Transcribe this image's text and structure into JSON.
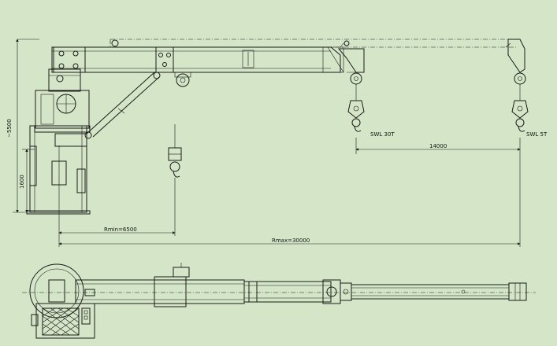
{
  "dimensions": {
    "overall_height": "~5500",
    "base_height": "1600",
    "extension": "14000",
    "min_radius": "Rmin=6500",
    "max_radius": "Rmax=30000"
  },
  "loads": {
    "near_hook": "SWL 30T",
    "far_hook": "SWL 5T"
  },
  "colors": {
    "background": "#d5e6c8",
    "line": "#1a1a1a"
  }
}
